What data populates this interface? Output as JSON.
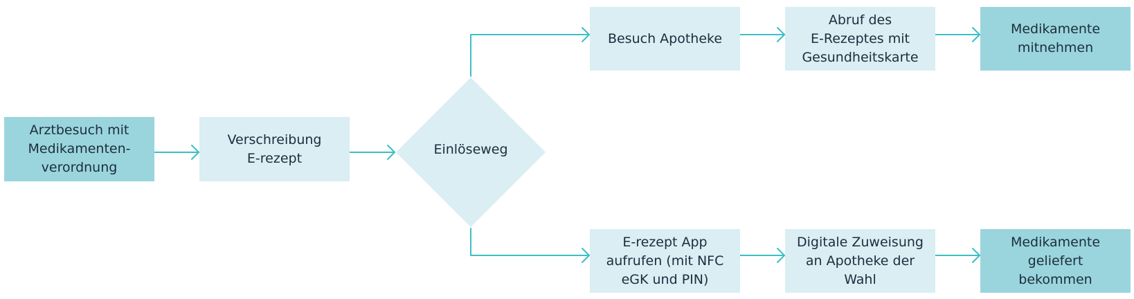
{
  "nodes": {
    "arztbesuch": "Arztbesuch mit\nMedikamenten-\nverordnung",
    "verschreibung": "Verschreibung\nE-rezept",
    "einloeseweg": "Einlöseweg",
    "besuch_apotheke": "Besuch Apotheke",
    "abruf": "Abruf des\nE-Rezeptes mit\nGesundheitskarte",
    "mitnehmen": "Medikamente\nmitnehmen",
    "app": "E-rezept App\naufrufen (mit NFC\neGK und PIN)",
    "zuweisung": "Digitale Zuweisung\nan Apotheke der\nWahl",
    "geliefert": "Medikamente\ngeliefert\nbekommen"
  },
  "colors": {
    "light_box": "#daeef3",
    "dark_box": "#9ad5dd",
    "connector": "#3bbfc6",
    "text": "#1c2d3c"
  }
}
